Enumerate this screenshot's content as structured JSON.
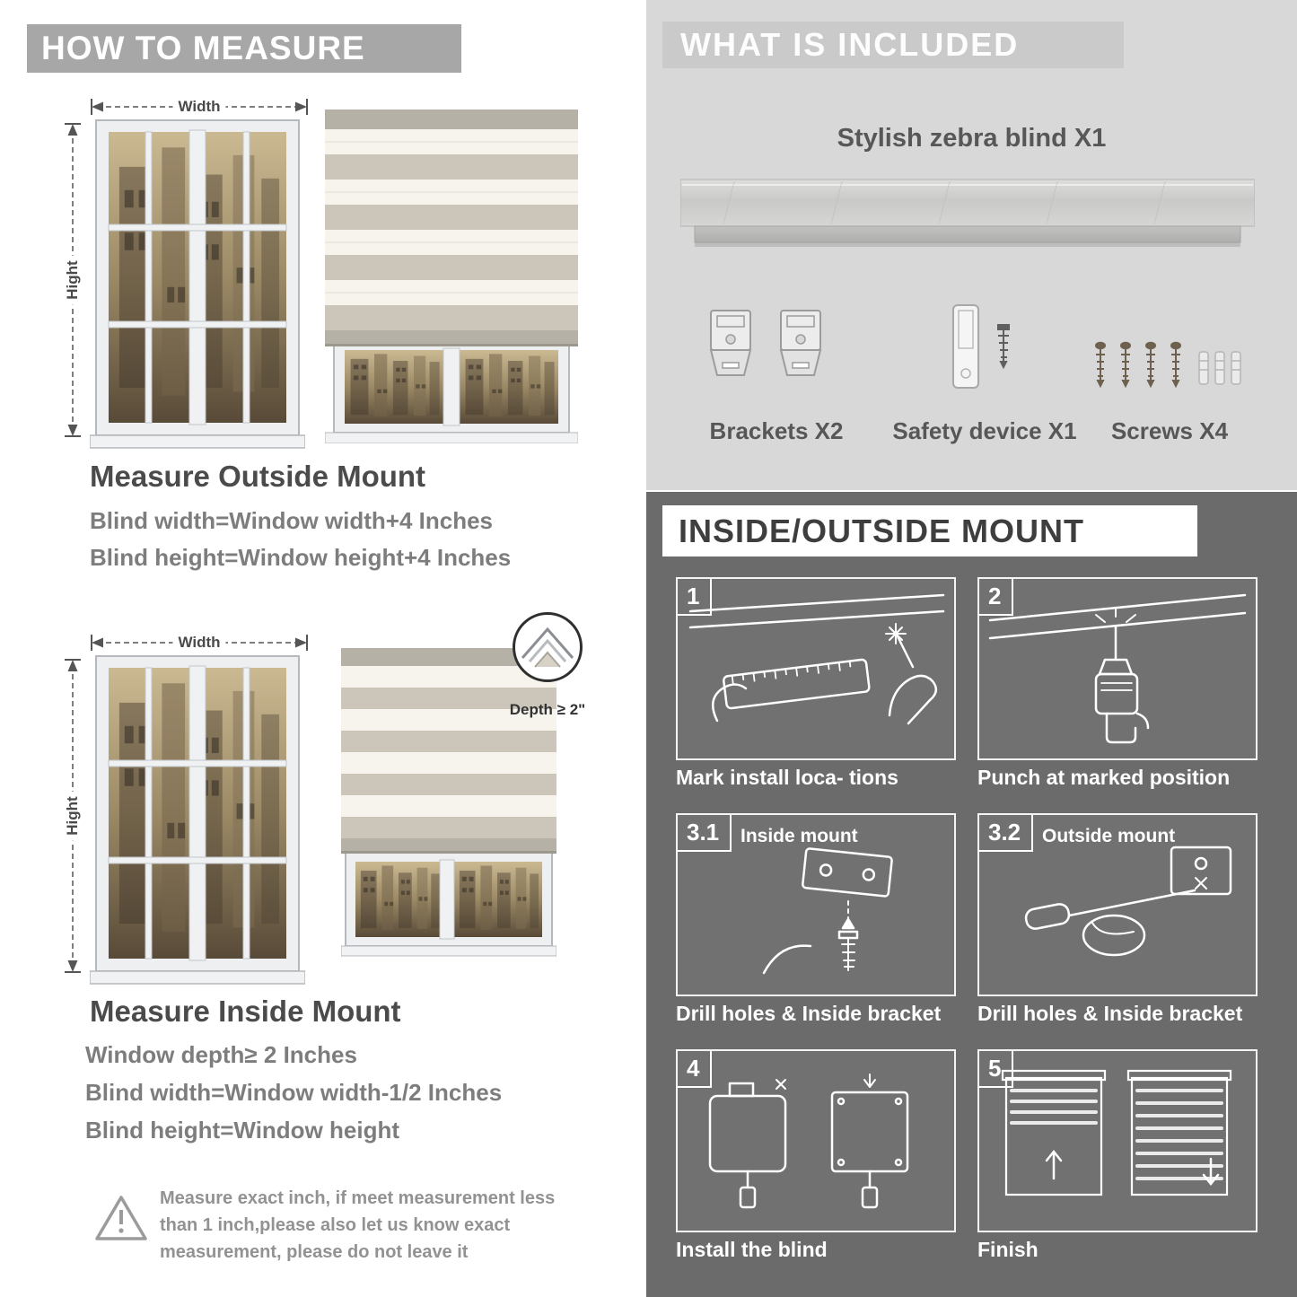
{
  "colors": {
    "banner_gray": "#a7a7a7",
    "included_panel_gray": "#d8d8d8",
    "dark_panel_gray": "#6b6b6b",
    "heading_text": "#4b4b4b",
    "body_text": "#7d7d7d",
    "white": "#ffffff"
  },
  "left": {
    "header": "HOW TO MEASURE",
    "diagram_labels": {
      "width": "Width",
      "height": "Hight",
      "depth": "Depth ≥ 2\""
    },
    "outside_mount": {
      "title": "Measure Outside Mount",
      "lines": [
        "Blind width=Window width+4 Inches",
        "Blind height=Window height+4 Inches"
      ]
    },
    "inside_mount": {
      "title": "Measure Inside Mount",
      "lines": [
        "Window depth≥ 2 Inches",
        "Blind width=Window width-1/2 Inches",
        "Blind height=Window height"
      ]
    },
    "warning_note": "Measure exact inch, if meet measurement less than 1 inch,please also let us know exact measurement, please do not leave it"
  },
  "right": {
    "included": {
      "header": "WHAT IS INCLUDED",
      "product_label": "Stylish zebra blind X1",
      "items": [
        {
          "name": "brackets",
          "label": "Brackets X2"
        },
        {
          "name": "safety-device",
          "label": "Safety device X1"
        },
        {
          "name": "screws",
          "label": "Screws X4"
        }
      ]
    },
    "mount_guide": {
      "header": "INSIDE/OUTSIDE MOUNT",
      "steps": [
        {
          "num": "1",
          "title": "",
          "caption": "Mark install loca- tions"
        },
        {
          "num": "2",
          "title": "",
          "caption": "Punch at  marked position"
        },
        {
          "num": "3.1",
          "title": "Inside mount",
          "caption": "Drill holes &  Inside bracket"
        },
        {
          "num": "3.2",
          "title": "Outside mount",
          "caption": "Drill holes &  Inside bracket"
        },
        {
          "num": "4",
          "title": "",
          "caption": "Install the blind"
        },
        {
          "num": "5",
          "title": "",
          "caption": "Finish"
        }
      ]
    }
  }
}
